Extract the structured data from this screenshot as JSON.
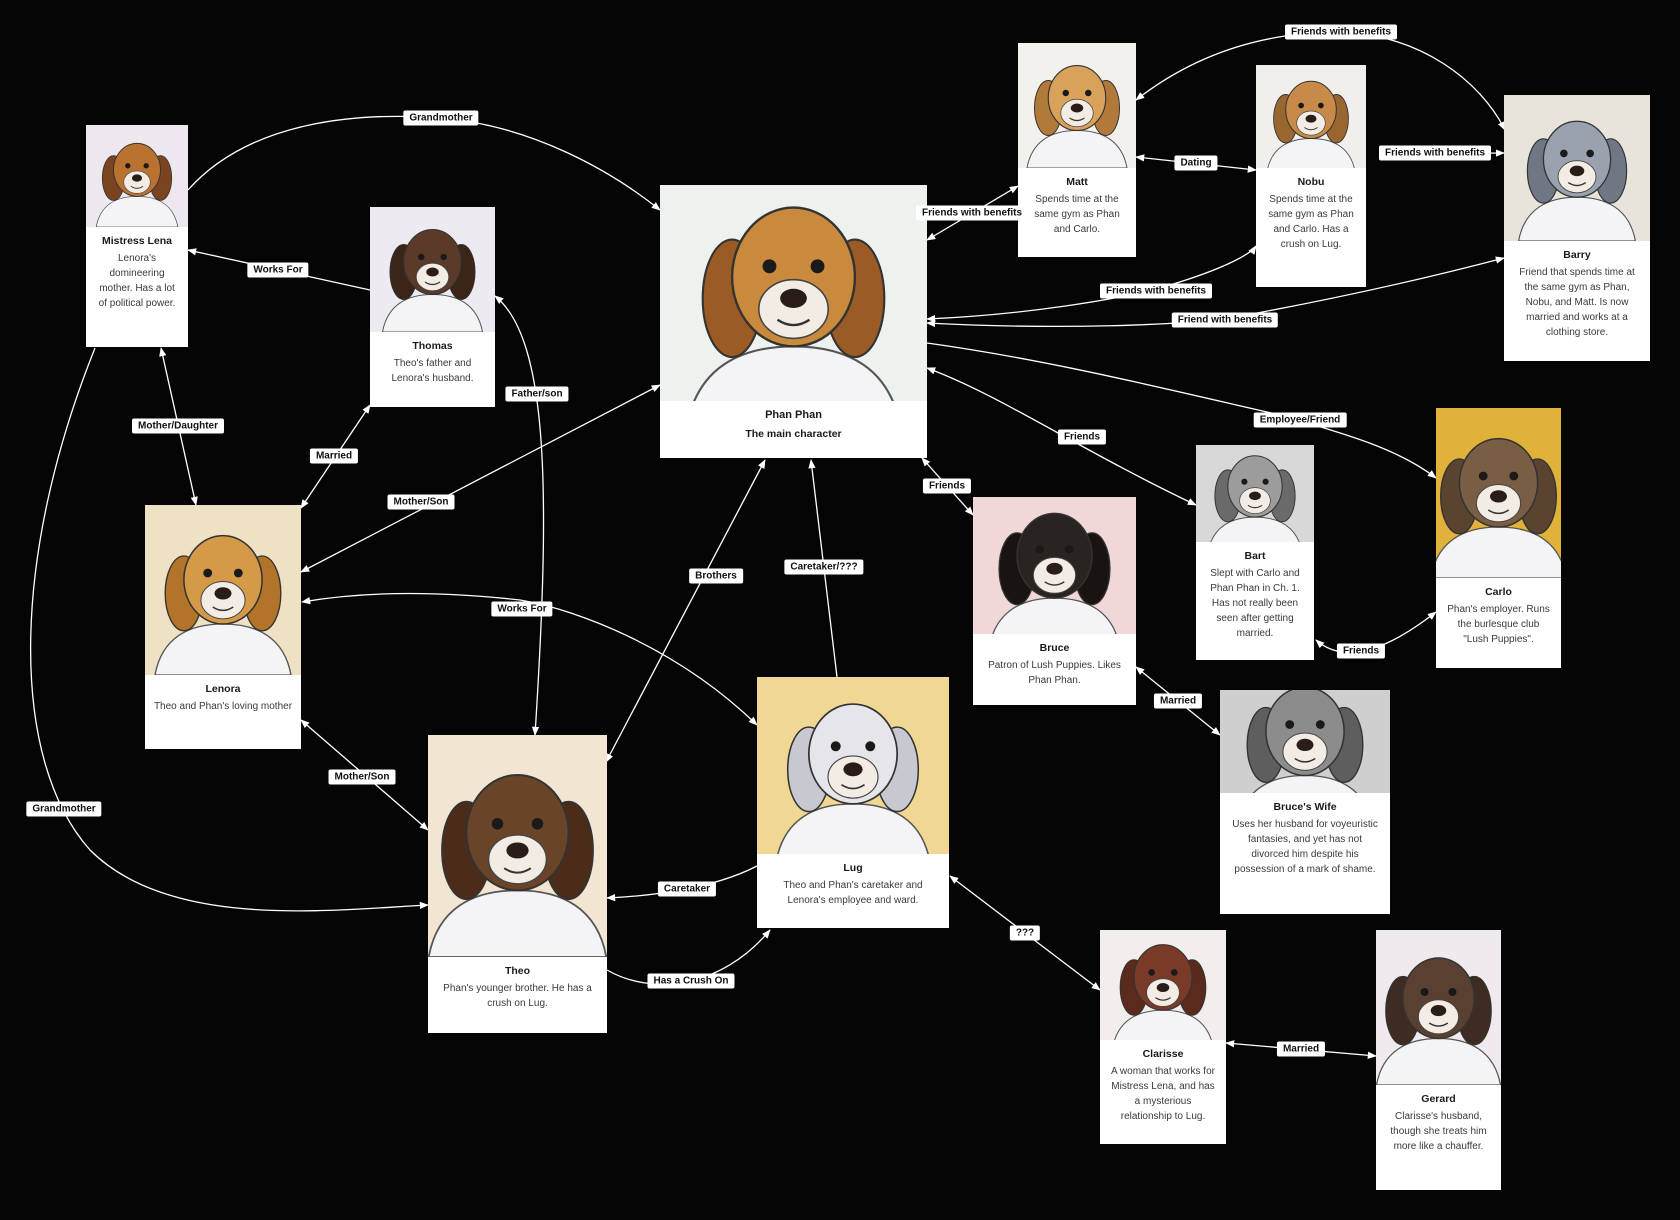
{
  "nodes": [
    {
      "id": "mistress_lena",
      "name": "Mistress Lena",
      "desc": "Lenora's domineering mother. Has a lot of political power.",
      "icon": "dog-portrait-icon",
      "bg": "#ece8ee",
      "fur": "#b9722f",
      "ear": "#7a4420"
    },
    {
      "id": "thomas",
      "name": "Thomas",
      "desc": "Theo's father and Lenora's husband.",
      "icon": "dog-portrait-icon",
      "bg": "#eeeaf2",
      "fur": "#5a3a28",
      "ear": "#3b2418"
    },
    {
      "id": "phan",
      "name": "Phan Phan",
      "desc": "The main character",
      "icon": "dog-portrait-icon",
      "bg": "#eef2ee",
      "fur": "#c98a3e",
      "ear": "#9a5c24"
    },
    {
      "id": "matt",
      "name": "Matt",
      "desc": "Spends time at the same gym as Phan and Carlo.",
      "icon": "dog-portrait-icon",
      "bg": "#f3f1ec",
      "fur": "#d8a25a",
      "ear": "#b27a3a"
    },
    {
      "id": "nobu",
      "name": "Nobu",
      "desc": "Spends time at the same gym as Phan and Carlo. Has a crush on Lug.",
      "icon": "dog-portrait-icon",
      "bg": "#f1efec",
      "fur": "#c88a48",
      "ear": "#9a6630"
    },
    {
      "id": "barry",
      "name": "Barry",
      "desc": "Friend that spends time at the same gym as Phan, Nobu, and Matt. Is now married and works at a clothing store.",
      "icon": "dog-portrait-icon",
      "bg": "#e8e4dc",
      "fur": "#9aa2b0",
      "ear": "#6f7785"
    },
    {
      "id": "lenora",
      "name": "Lenora",
      "desc": "Theo and Phan's loving mother",
      "icon": "dog-portrait-icon",
      "bg": "#efe2c4",
      "fur": "#d49a48",
      "ear": "#b27428"
    },
    {
      "id": "bart",
      "name": "Bart",
      "desc": "Slept with Carlo and Phan Phan in Ch. 1. Has not really been seen after getting married.",
      "icon": "dog-portrait-icon",
      "bg": "#d8d8d8",
      "fur": "#9c9c9c",
      "ear": "#6a6a6a"
    },
    {
      "id": "carlo",
      "name": "Carlo",
      "desc": "Phan's employer. Runs the burlesque club \"Lush Puppies\".",
      "icon": "dog-portrait-icon",
      "bg": "#e0b23a",
      "fur": "#7a5e44",
      "ear": "#5a4430"
    },
    {
      "id": "bruce",
      "name": "Bruce",
      "desc": "Patron of Lush Puppies. Likes Phan Phan.",
      "icon": "dog-portrait-icon",
      "bg": "#f0d8d8",
      "fur": "#2a2420",
      "ear": "#1a1410"
    },
    {
      "id": "theo",
      "name": "Theo",
      "desc": "Phan's younger brother. He has a crush on Lug.",
      "icon": "dog-portrait-icon",
      "bg": "#f2e6d2",
      "fur": "#6a4428",
      "ear": "#4a2c18"
    },
    {
      "id": "lug",
      "name": "Lug",
      "desc": "Theo and Phan's caretaker and Lenora's employee and ward.",
      "icon": "dog-portrait-icon",
      "bg": "#f0d894",
      "fur": "#e6e6ea",
      "ear": "#c8c8d0"
    },
    {
      "id": "bruces_wife",
      "name": "Bruce's Wife",
      "desc": "Uses her husband for voyeuristic fantasies, and yet has not divorced him despite his possession of a mark of shame.",
      "icon": "dog-portrait-icon",
      "bg": "#cfcfcf",
      "fur": "#8c8c8c",
      "ear": "#5e5e5e"
    },
    {
      "id": "clarisse",
      "name": "Clarisse",
      "desc": "A woman that works for Mistress Lena, and has a mysterious relationship to Lug.",
      "icon": "dog-portrait-icon",
      "bg": "#f2eeee",
      "fur": "#7a3a28",
      "ear": "#5a2a1c"
    },
    {
      "id": "gerard",
      "name": "Gerard",
      "desc": "Clarisse's husband, though she treats him more like a chauffer.",
      "icon": "dog-portrait-icon",
      "bg": "#eeeaee",
      "fur": "#5a4030",
      "ear": "#3e2c22"
    }
  ],
  "edges": [
    {
      "id": "grandmother-1",
      "label": "Grandmother"
    },
    {
      "id": "works-for-1",
      "label": "Works For"
    },
    {
      "id": "mother-daughter",
      "label": "Mother/Daughter"
    },
    {
      "id": "married-1",
      "label": "Married"
    },
    {
      "id": "father-son",
      "label": "Father/son"
    },
    {
      "id": "mother-son-1",
      "label": "Mother/Son"
    },
    {
      "id": "grandmother-2",
      "label": "Grandmother"
    },
    {
      "id": "works-for-2",
      "label": "Works For"
    },
    {
      "id": "mother-son-2",
      "label": "Mother/Son"
    },
    {
      "id": "brothers",
      "label": "Brothers"
    },
    {
      "id": "caretaker-unknown",
      "label": "Caretaker/???"
    },
    {
      "id": "caretaker",
      "label": "Caretaker"
    },
    {
      "id": "has-crush-on",
      "label": "Has a Crush On"
    },
    {
      "id": "friends-with-benefits-1",
      "label": "Friends with benefits"
    },
    {
      "id": "friends-with-benefits-2",
      "label": "Friends with benefits"
    },
    {
      "id": "friends-with-benefits-3",
      "label": "Friends with benefits"
    },
    {
      "id": "friends-with-benefits-4",
      "label": "Friends with benefits"
    },
    {
      "id": "friend-with-benefits",
      "label": "Friend with benefits"
    },
    {
      "id": "dating",
      "label": "Dating"
    },
    {
      "id": "friends-1",
      "label": "Friends"
    },
    {
      "id": "friends-2",
      "label": "Friends"
    },
    {
      "id": "friends-3",
      "label": "Friends"
    },
    {
      "id": "employee-friend",
      "label": "Employee/Friend"
    },
    {
      "id": "married-2",
      "label": "Married"
    },
    {
      "id": "unknown",
      "label": "???"
    },
    {
      "id": "married-3",
      "label": "Married"
    }
  ]
}
